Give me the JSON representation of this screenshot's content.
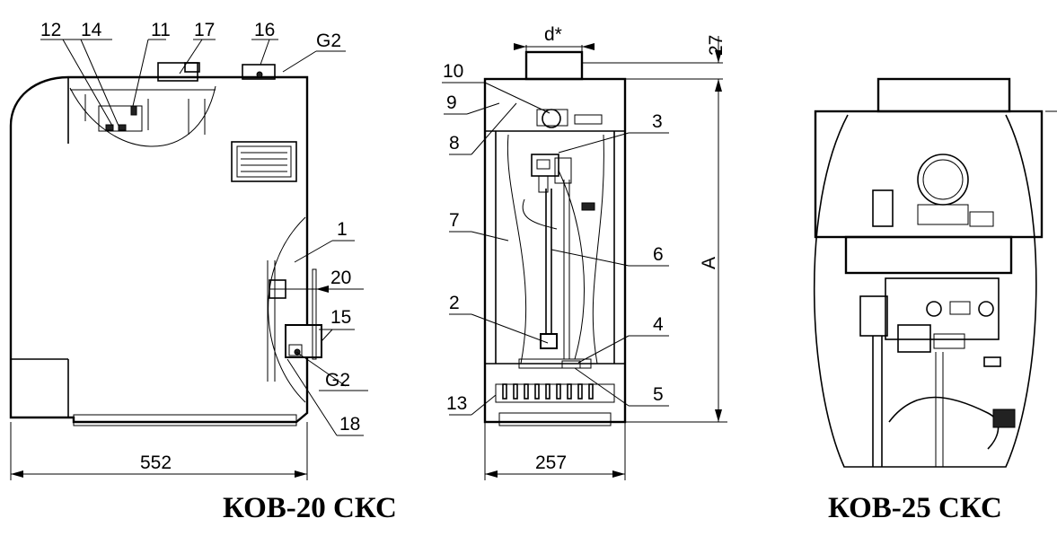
{
  "titles": {
    "left": "КОВ-20 СКС",
    "right": "КОВ-25 СКС"
  },
  "side_view": {
    "labels": {
      "n12": "12",
      "n14": "14",
      "n11": "11",
      "n17": "17",
      "n16": "16",
      "g2_top": "G2",
      "n1": "1",
      "n20": "20",
      "n15": "15",
      "g2_bottom": "G2",
      "n18": "18"
    },
    "width_dim": "552"
  },
  "front_view": {
    "labels": {
      "d": "d*",
      "n27": "27",
      "n10": "10",
      "n9": "9",
      "n8": "8",
      "n3": "3",
      "n7": "7",
      "n6": "6",
      "dimA": "A",
      "n2": "2",
      "n4": "4",
      "n13": "13",
      "n5": "5"
    },
    "width_dim": "257"
  }
}
